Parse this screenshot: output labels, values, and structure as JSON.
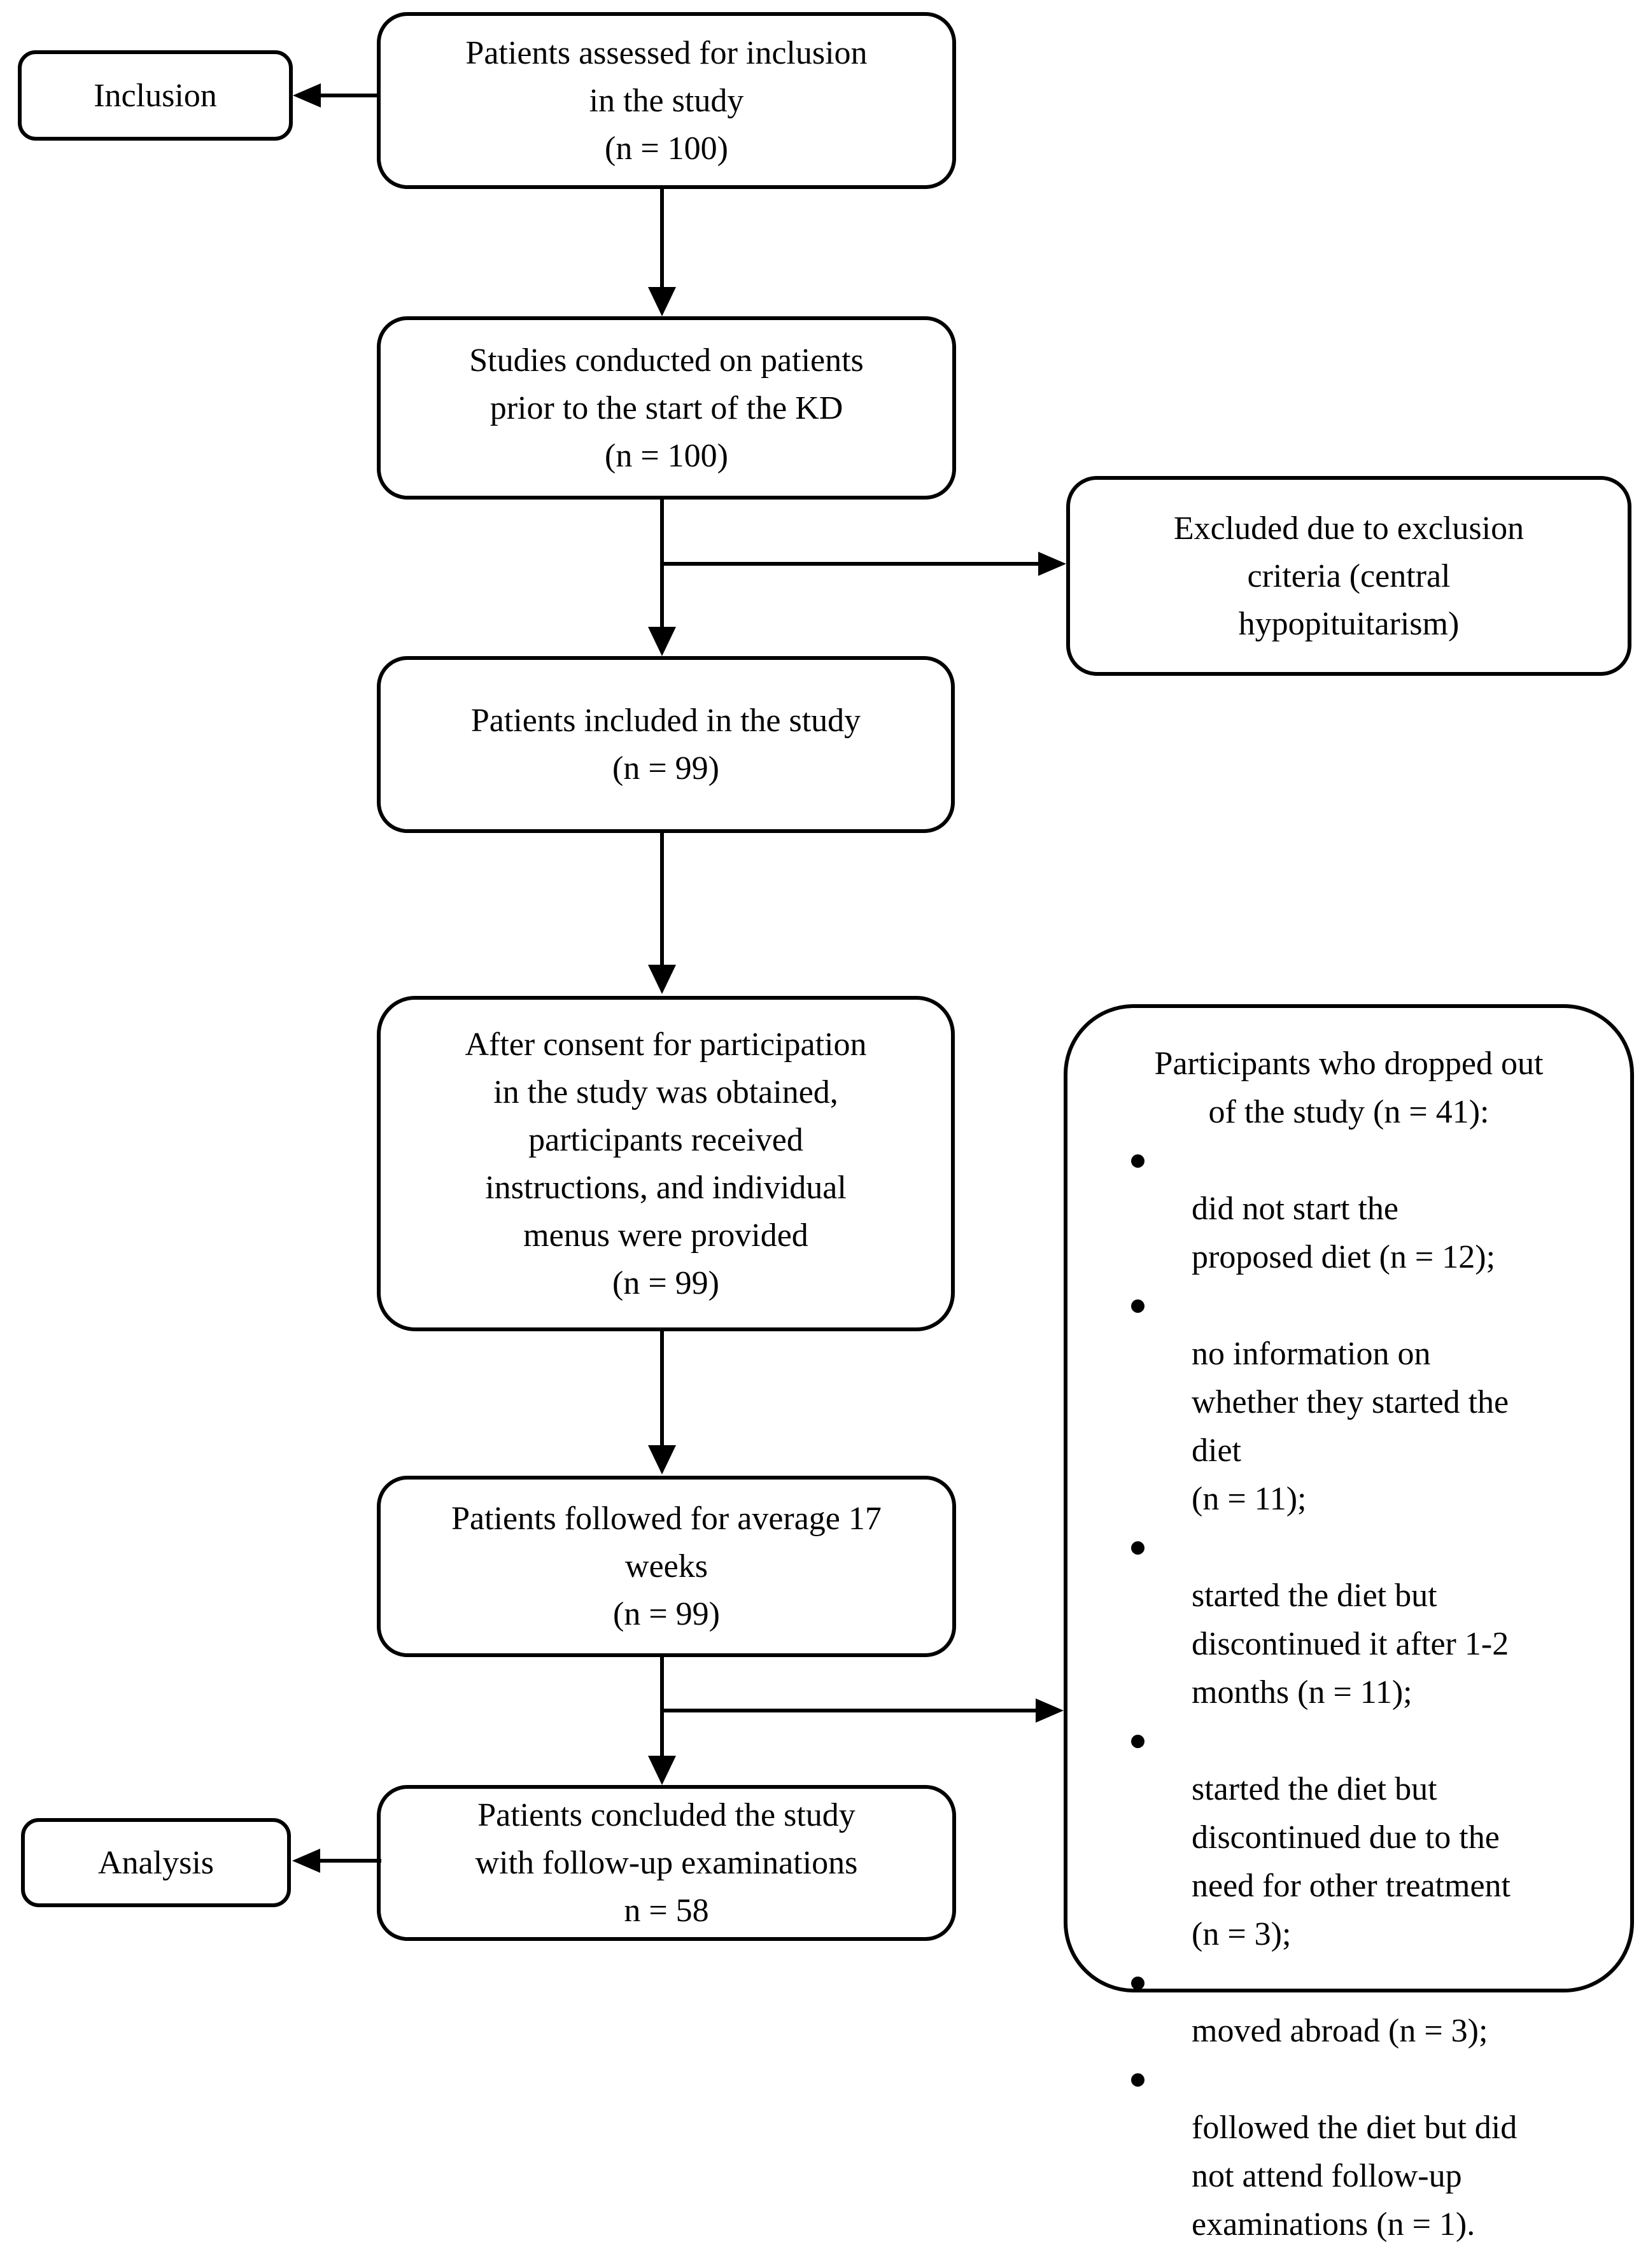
{
  "diagram": {
    "stage_labels": {
      "inclusion": "Inclusion",
      "analysis": "Analysis"
    },
    "boxes": {
      "assessed": "Patients assessed for inclusion\nin the study\n(n = 100)",
      "pre_kd_studies": "Studies conducted on patients\nprior to the start of the KD\n(n = 100)",
      "excluded": "Excluded due to exclusion\ncriteria (central\nhypopituitarism)",
      "included": "Patients included in the study\n(n = 99)",
      "consent": "After consent for participation\nin the study was obtained,\nparticipants received\ninstructions, and individual\nmenus were provided\n(n = 99)",
      "followed": "Patients followed for average 17\nweeks\n(n = 99)",
      "concluded": "Patients concluded the study\nwith follow-up examinations\nn = 58"
    },
    "dropout": {
      "title": "Participants who dropped out\nof the study (n = 41):",
      "items": [
        "did not start the\nproposed diet (n = 12);",
        "no information on\nwhether they started the\ndiet\n(n = 11);",
        "started the diet but\ndiscontinued it after 1-2\nmonths (n = 11);",
        "started the diet but\ndiscontinued due to the\nneed for other treatment\n(n = 3);",
        "moved abroad (n = 3);",
        "followed the diet but did\nnot attend follow-up\nexaminations (n = 1)."
      ]
    }
  }
}
